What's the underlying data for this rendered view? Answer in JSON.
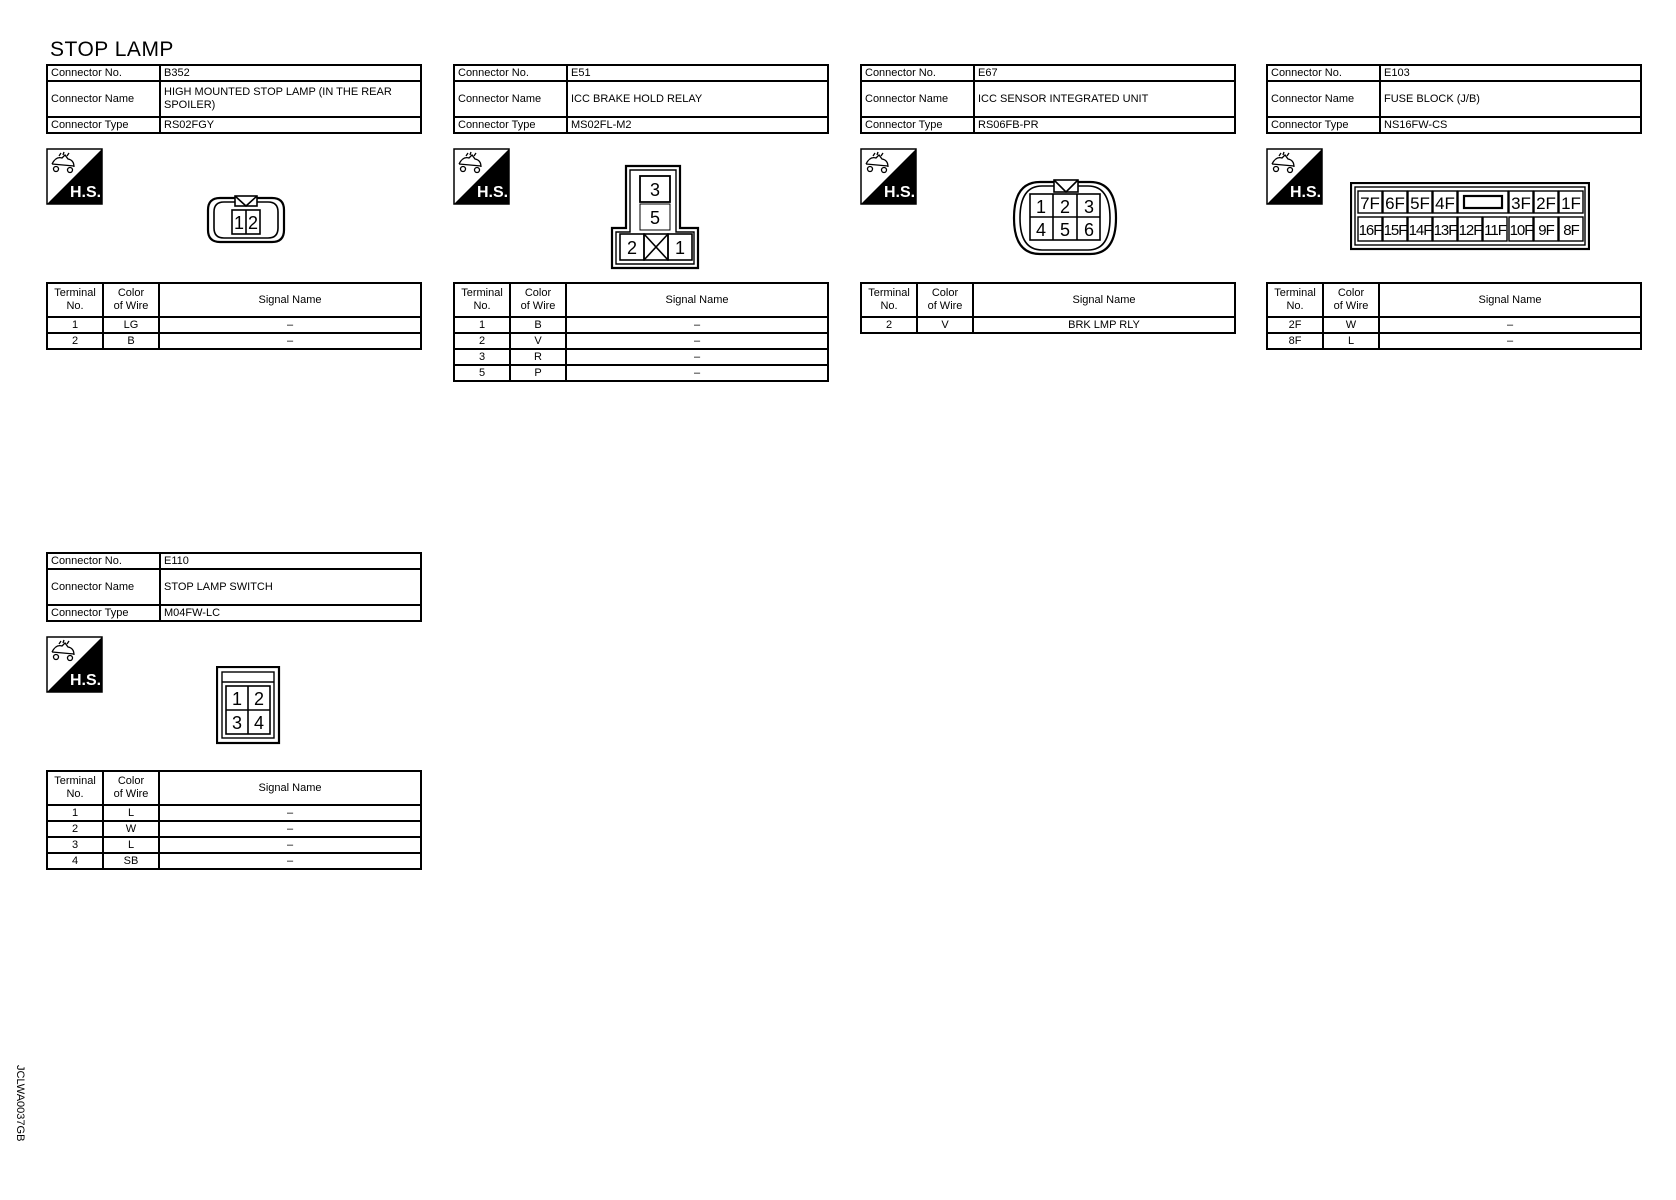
{
  "page": {
    "title": "STOP LAMP",
    "side_code": "JCLWA0037GB",
    "hs_label": "H.S.",
    "labels": {
      "connector_no": "Connector No.",
      "connector_name": "Connector Name",
      "connector_type": "Connector Type",
      "terminal_no": [
        "Terminal",
        "No."
      ],
      "color_of_wire": [
        "Color",
        "of Wire"
      ],
      "signal_name": "Signal Name"
    }
  },
  "connectors": [
    {
      "id": "b352",
      "connector_no": "B352",
      "connector_name": "HIGH MOUNTED STOP LAMP (IN THE REAR SPOILER)",
      "connector_type": "RS02FGY",
      "pins": [
        "1",
        "2"
      ],
      "terminals": [
        {
          "no": "1",
          "color": "LG",
          "signal": "–"
        },
        {
          "no": "2",
          "color": "B",
          "signal": "–"
        }
      ]
    },
    {
      "id": "e51",
      "connector_no": "E51",
      "connector_name": "ICC BRAKE HOLD RELAY",
      "connector_type": "MS02FL-M2",
      "pins": [
        "3",
        "5",
        "2",
        "1"
      ],
      "terminals": [
        {
          "no": "1",
          "color": "B",
          "signal": "–"
        },
        {
          "no": "2",
          "color": "V",
          "signal": "–"
        },
        {
          "no": "3",
          "color": "R",
          "signal": "–"
        },
        {
          "no": "5",
          "color": "P",
          "signal": "–"
        }
      ]
    },
    {
      "id": "e67",
      "connector_no": "E67",
      "connector_name": "ICC SENSOR INTEGRATED UNIT",
      "connector_type": "RS06FB-PR",
      "pins": [
        "1",
        "2",
        "3",
        "4",
        "5",
        "6"
      ],
      "terminals": [
        {
          "no": "2",
          "color": "V",
          "signal": "BRK LMP RLY"
        }
      ]
    },
    {
      "id": "e103",
      "connector_no": "E103",
      "connector_name": "FUSE BLOCK (J/B)",
      "connector_type": "NS16FW-CS",
      "pins_top": [
        "7F",
        "6F",
        "5F",
        "4F",
        "3F",
        "2F",
        "1F"
      ],
      "pins_bottom": [
        "16F",
        "15F",
        "14F",
        "13F",
        "12F",
        "11F",
        "10F",
        "9F",
        "8F"
      ],
      "terminals": [
        {
          "no": "2F",
          "color": "W",
          "signal": "–"
        },
        {
          "no": "8F",
          "color": "L",
          "signal": "–"
        }
      ]
    },
    {
      "id": "e110",
      "connector_no": "E110",
      "connector_name": "STOP LAMP SWITCH",
      "connector_type": "M04FW-LC",
      "pins": [
        "1",
        "2",
        "3",
        "4"
      ],
      "terminals": [
        {
          "no": "1",
          "color": "L",
          "signal": "–"
        },
        {
          "no": "2",
          "color": "W",
          "signal": "–"
        },
        {
          "no": "3",
          "color": "L",
          "signal": "–"
        },
        {
          "no": "4",
          "color": "SB",
          "signal": "–"
        }
      ]
    }
  ]
}
